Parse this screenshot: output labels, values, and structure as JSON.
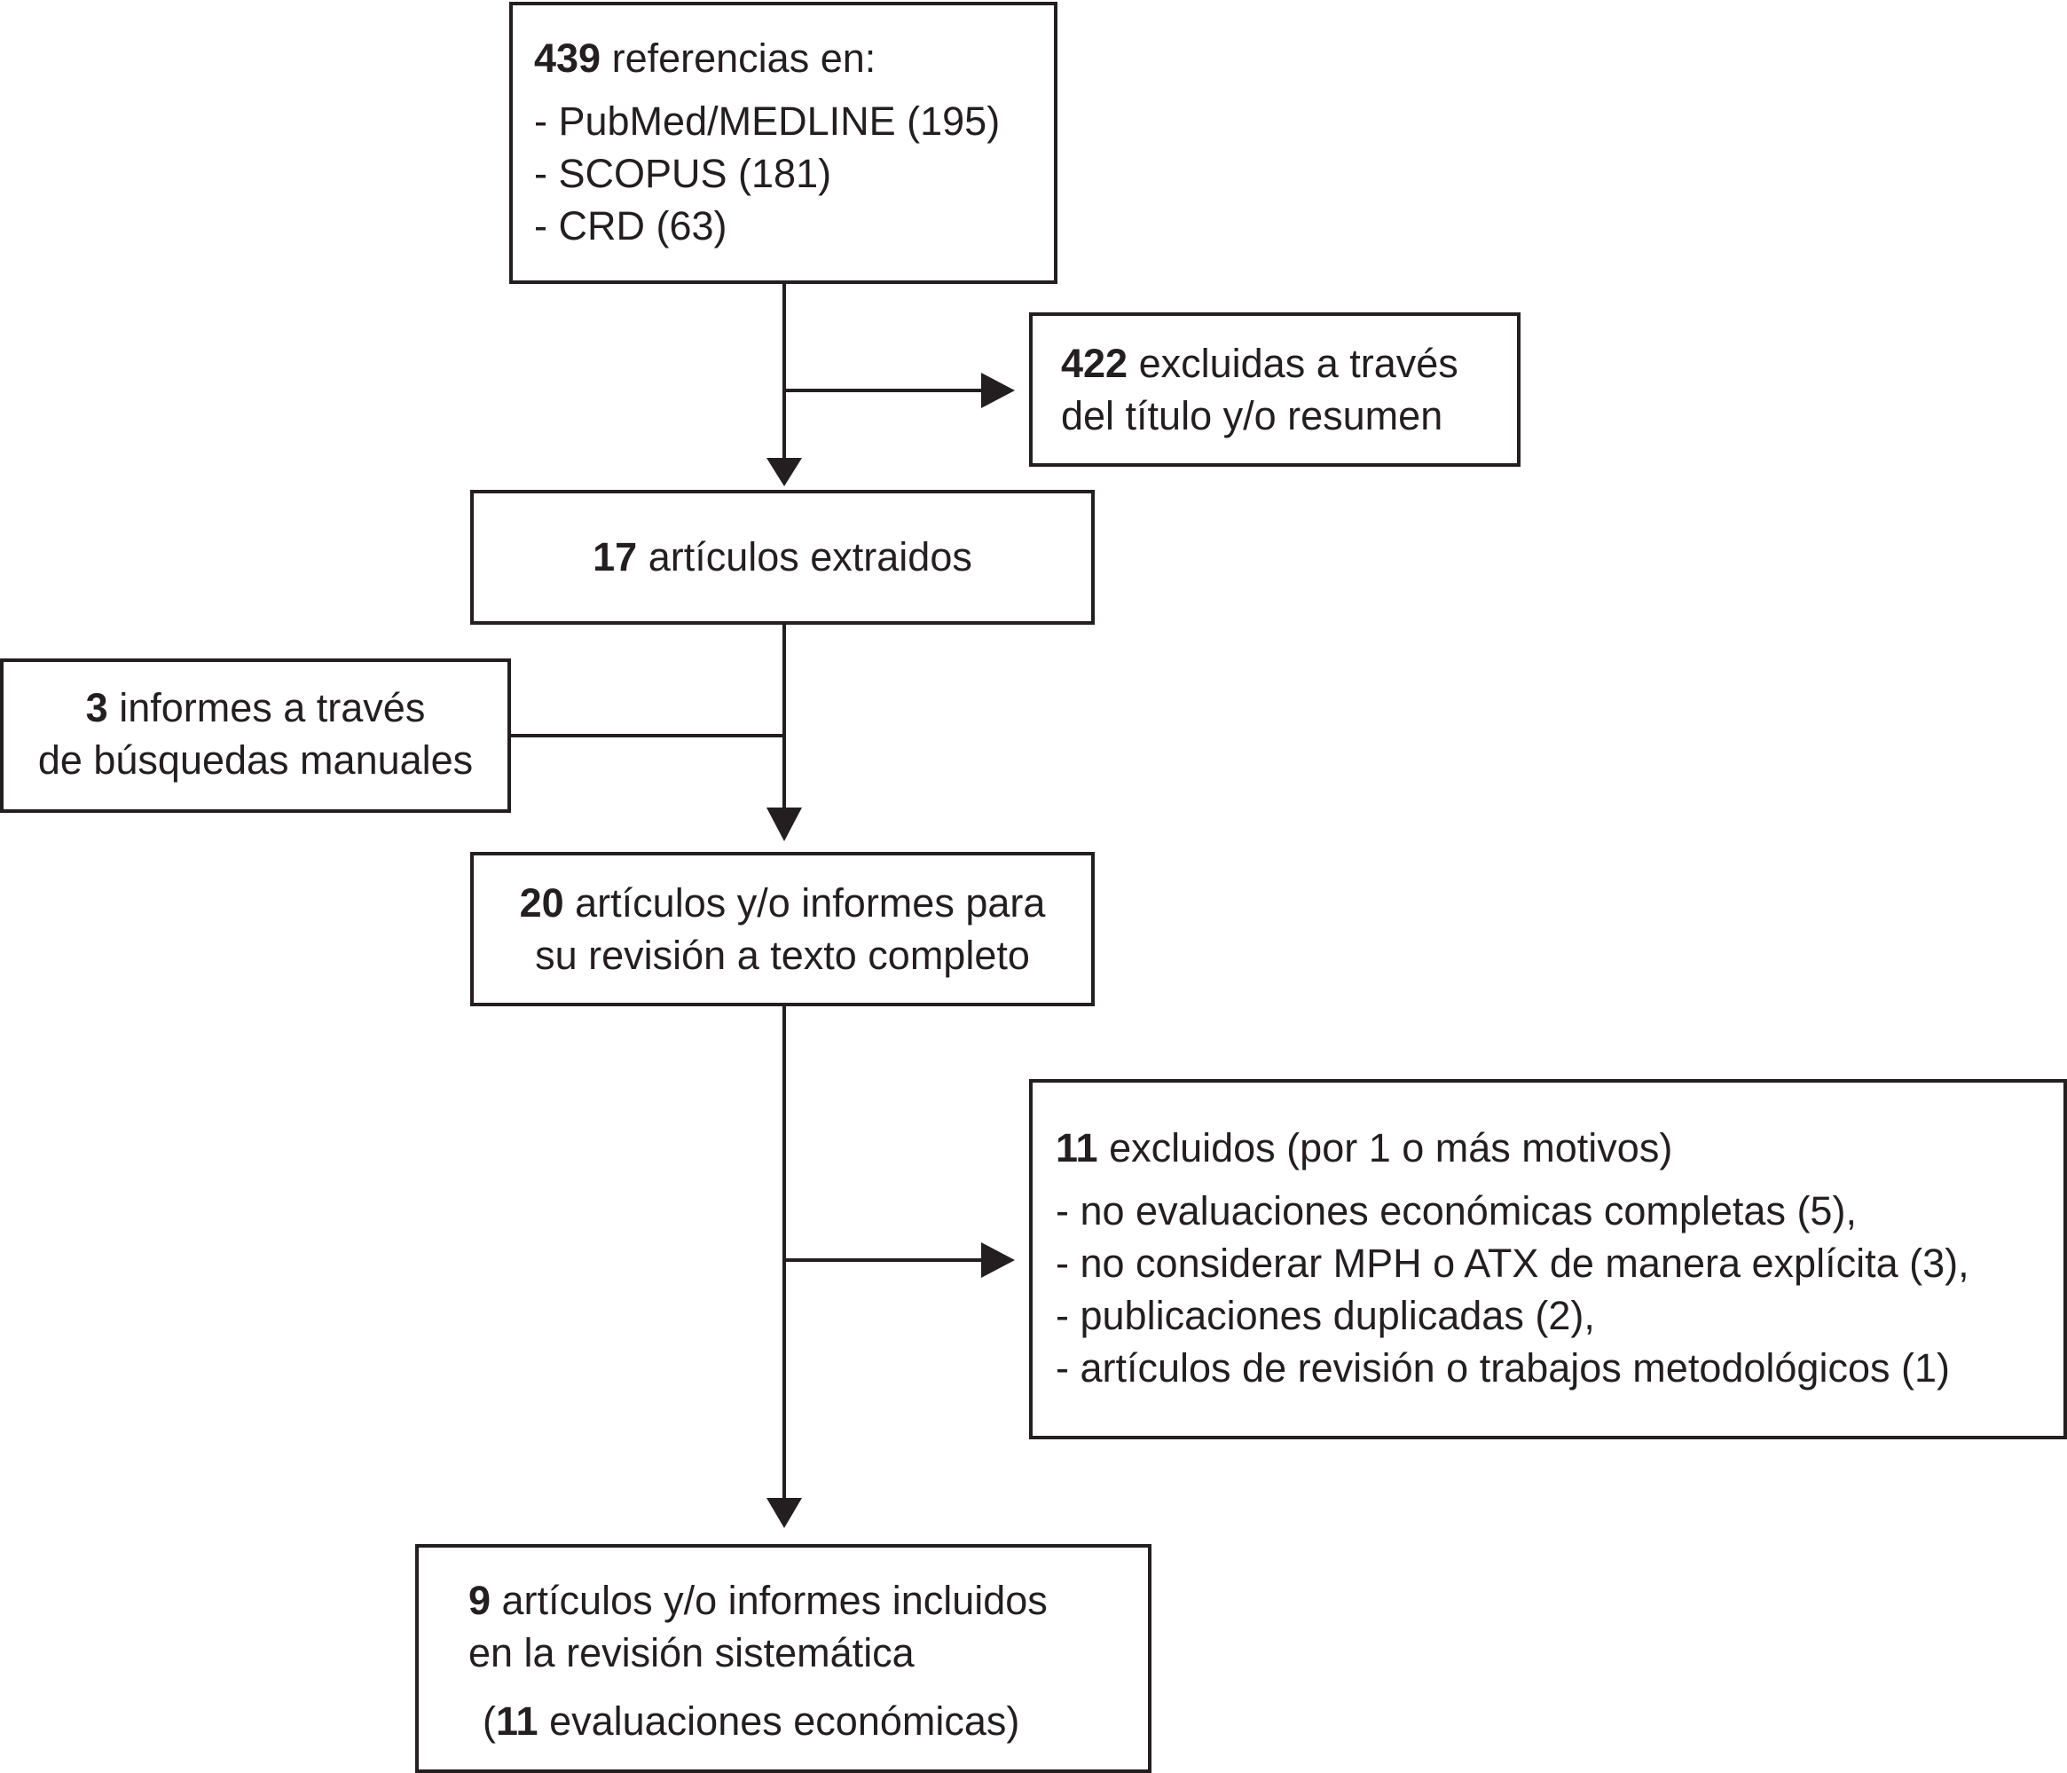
{
  "boxes": {
    "sources": {
      "count": "439",
      "text": " referencias en:",
      "items": [
        "- PubMed/MEDLINE (195)",
        "- SCOPUS (181)",
        "- CRD (63)"
      ]
    },
    "excluded_title": {
      "count": "422",
      "text1": " excluidas a través",
      "text2": "del título y/o resumen"
    },
    "extracted": {
      "count": "17",
      "text": " artículos extraidos"
    },
    "manual": {
      "count": "3",
      "text1": " informes a través",
      "text2": "de búsquedas manuales"
    },
    "fulltext": {
      "count": "20",
      "text1": " artículos y/o informes para",
      "text2": "su revisión a texto completo"
    },
    "excluded_full": {
      "count": "11",
      "text": " excluidos  (por 1 o más motivos)",
      "items": [
        "- no evaluaciones económicas completas (5),",
        "- no considerar MPH o ATX de manera explícita (3),",
        "- publicaciones duplicadas (2),",
        "- artículos de revisión o trabajos metodológicos (1)"
      ]
    },
    "included": {
      "count": "9",
      "text1": " artículos y/o informes incluidos",
      "text2": "en la revisión sistemática",
      "paren_open": "(",
      "eval_count": "11",
      "eval_text": " evaluaciones económicas)"
    }
  }
}
